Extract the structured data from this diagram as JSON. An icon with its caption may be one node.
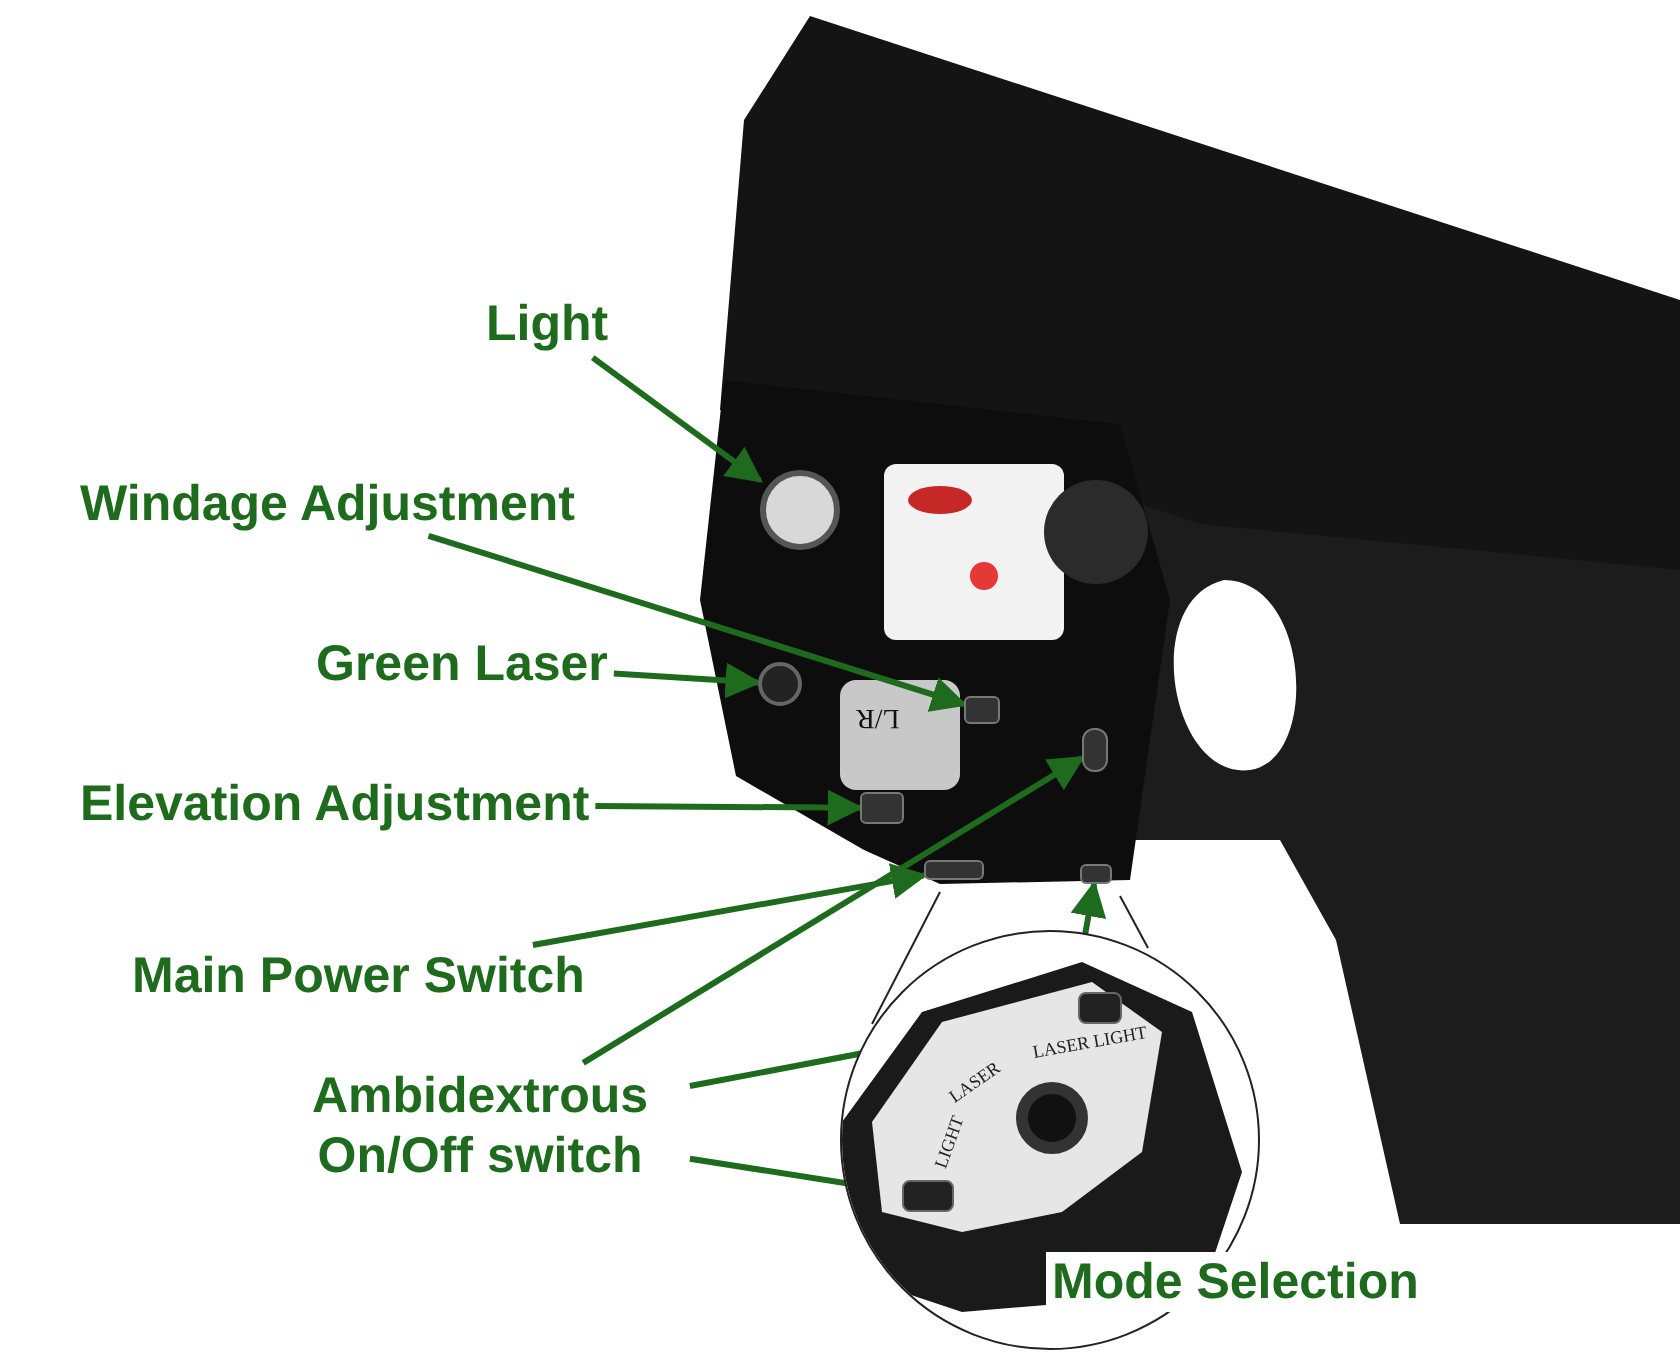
{
  "diagram": {
    "nodes": [
      {
        "text": [
          "Light"
        ]
      },
      {
        "text": [
          "Windage Adjustment"
        ]
      },
      {
        "text": [
          "Green Laser"
        ]
      },
      {
        "text": [
          "Elevation Adjustment"
        ]
      },
      {
        "text": [
          "Main Power Switch"
        ]
      },
      {
        "text": [
          "Ambidextrous On/Off switch"
        ]
      },
      {
        "text": [],
        "shape": "circle"
      },
      {
        "text": [],
        "shape": "box"
      },
      {
        "text": [],
        "shape": "circle"
      },
      {
        "text": [],
        "shape": "box"
      },
      {
        "text": [],
        "shape": "box"
      },
      {
        "text": [],
        "shape": "box"
      },
      {
        "text": [],
        "shape": "circle"
      },
      {
        "text": [],
        "shape": "box",
        "in": 12
      },
      {
        "text": [],
        "shape": "box",
        "in": 12
      },
      {
        "text": [],
        "shape": "circle",
        "in": 12
      },
      {
        "text": [],
        "shape": "box"
      }
    ],
    "edges": [
      {
        "from": 0,
        "to": 6,
        "arrow": "to"
      },
      {
        "from": 1,
        "to": 7,
        "arrow": "to"
      },
      {
        "from": 2,
        "to": 8,
        "arrow": "to"
      },
      {
        "from": 3,
        "to": 9,
        "arrow": "to"
      },
      {
        "from": 4,
        "to": 10,
        "arrow": "to"
      },
      {
        "from": 5,
        "to": 11,
        "arrow": "to"
      },
      {
        "from": 5,
        "to": 13,
        "arrow": "to"
      },
      {
        "from": 5,
        "to": 14,
        "arrow": "to"
      },
      {
        "from": 15,
        "to": 16,
        "arrow": "to"
      }
    ],
    "labels": [
      "L/R",
      "LASER LIGHT",
      "LASER",
      "LIGHT",
      "Mode Selection"
    ]
  }
}
